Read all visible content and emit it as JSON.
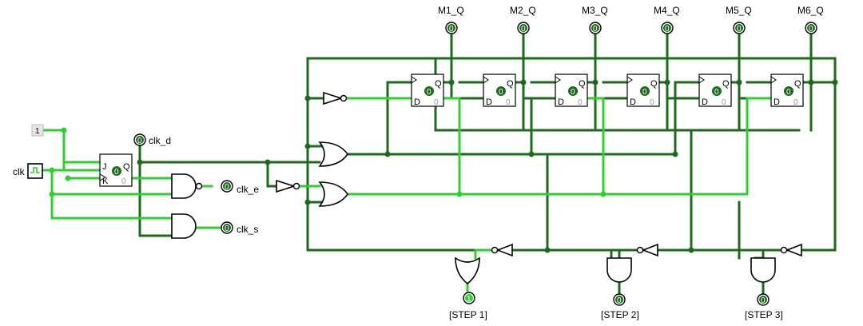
{
  "inputs": {
    "const_value": "1",
    "clk_label": "clk"
  },
  "jk_flipflop": {
    "pin_j": "J",
    "pin_k": "K",
    "pin_q": "Q",
    "state": "0",
    "reset_value": "0"
  },
  "outputs": {
    "clk_d": {
      "label": "clk_d",
      "value": "0"
    },
    "clk_e": {
      "label": "clk_e",
      "value": "0"
    },
    "clk_s": {
      "label": "clk_s",
      "value": "0"
    }
  },
  "registers": [
    {
      "label": "M1_Q",
      "value": "0",
      "state": "0",
      "pin_d": "D",
      "pin_q": "Q",
      "reset": "0"
    },
    {
      "label": "M2_Q",
      "value": "0",
      "state": "0",
      "pin_d": "D",
      "pin_q": "Q",
      "reset": "0"
    },
    {
      "label": "M3_Q",
      "value": "0",
      "state": "0",
      "pin_d": "D",
      "pin_q": "Q",
      "reset": "0"
    },
    {
      "label": "M4_Q",
      "value": "0",
      "state": "0",
      "pin_d": "D",
      "pin_q": "Q",
      "reset": "0"
    },
    {
      "label": "M5_Q",
      "value": "0",
      "state": "0",
      "pin_d": "D",
      "pin_q": "Q",
      "reset": "0"
    },
    {
      "label": "M6_Q",
      "value": "0",
      "state": "0",
      "pin_d": "D",
      "pin_q": "Q",
      "reset": "0"
    }
  ],
  "steps": [
    {
      "label": "[STEP 1]",
      "value": "1"
    },
    {
      "label": "[STEP 2]",
      "value": "0"
    },
    {
      "label": "[STEP 3]",
      "value": "0"
    }
  ],
  "colors": {
    "wire_low": "#1a6b1a",
    "wire_high": "#2ecf2e",
    "probe_low": "#1a6b1a",
    "probe_high": "#2ecf2e"
  }
}
